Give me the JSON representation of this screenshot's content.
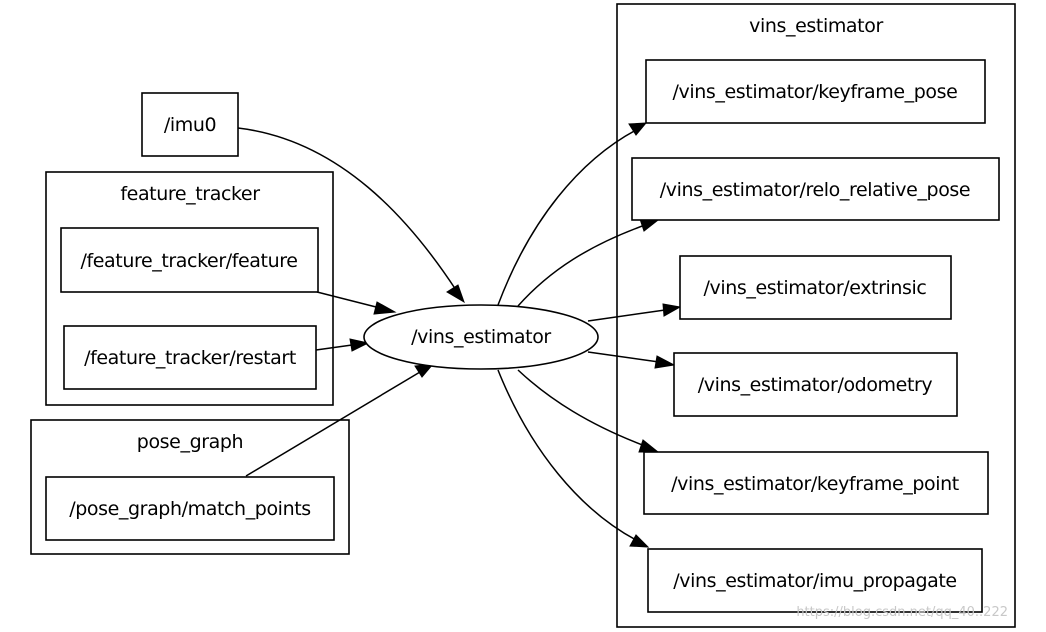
{
  "clusters": {
    "feature_tracker": "feature_tracker",
    "pose_graph": "pose_graph",
    "vins_estimator": "vins_estimator"
  },
  "nodes": {
    "imu0": "/imu0",
    "feature": "/feature_tracker/feature",
    "restart": "/feature_tracker/restart",
    "match_points": "/pose_graph/match_points",
    "estimator": "/vins_estimator",
    "keyframe_pose": "/vins_estimator/keyframe_pose",
    "relo_relative_pose": "/vins_estimator/relo_relative_pose",
    "extrinsic": "/vins_estimator/extrinsic",
    "odometry": "/vins_estimator/odometry",
    "keyframe_point": "/vins_estimator/keyframe_point",
    "imu_propagate": "/vins_estimator/imu_propagate"
  },
  "edges": [
    {
      "from": "imu0",
      "to": "estimator"
    },
    {
      "from": "feature",
      "to": "estimator"
    },
    {
      "from": "restart",
      "to": "estimator"
    },
    {
      "from": "match_points",
      "to": "estimator"
    },
    {
      "from": "estimator",
      "to": "keyframe_pose"
    },
    {
      "from": "estimator",
      "to": "relo_relative_pose"
    },
    {
      "from": "estimator",
      "to": "extrinsic"
    },
    {
      "from": "estimator",
      "to": "odometry"
    },
    {
      "from": "estimator",
      "to": "keyframe_point"
    },
    {
      "from": "estimator",
      "to": "imu_propagate"
    }
  ],
  "watermark": "https://blog.csdn.net/qq_40..222"
}
